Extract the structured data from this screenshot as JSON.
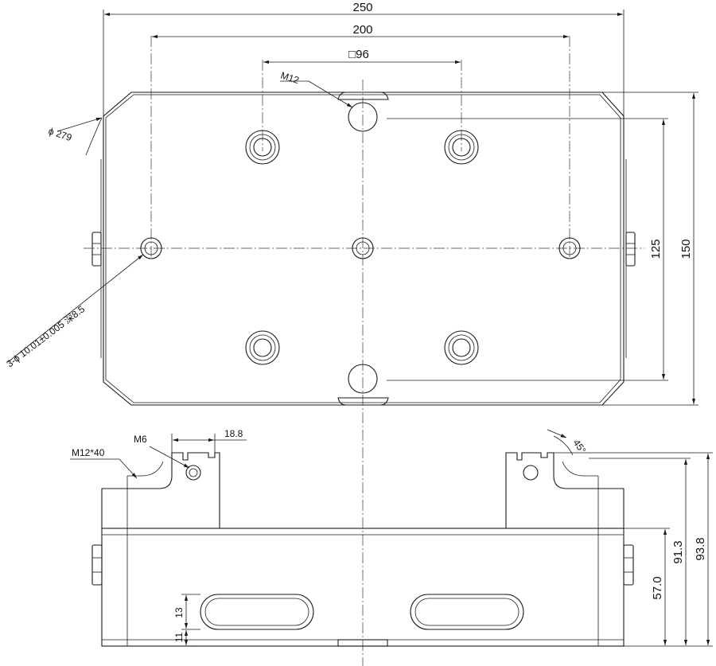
{
  "dimensions": {
    "w250": "250",
    "w200": "200",
    "sq96": "□96",
    "m12": "M12",
    "phi279": "ϕ 279",
    "holes": "3-ϕ 10.01±0.005 深8.5",
    "h125": "125",
    "h150": "150",
    "m6": "M6",
    "d188": "18.8",
    "m1240": "M12*40",
    "a45": "45°",
    "h913": "91.3",
    "h938": "93.8",
    "h570": "57.0",
    "d13": "13",
    "d11": "11"
  }
}
